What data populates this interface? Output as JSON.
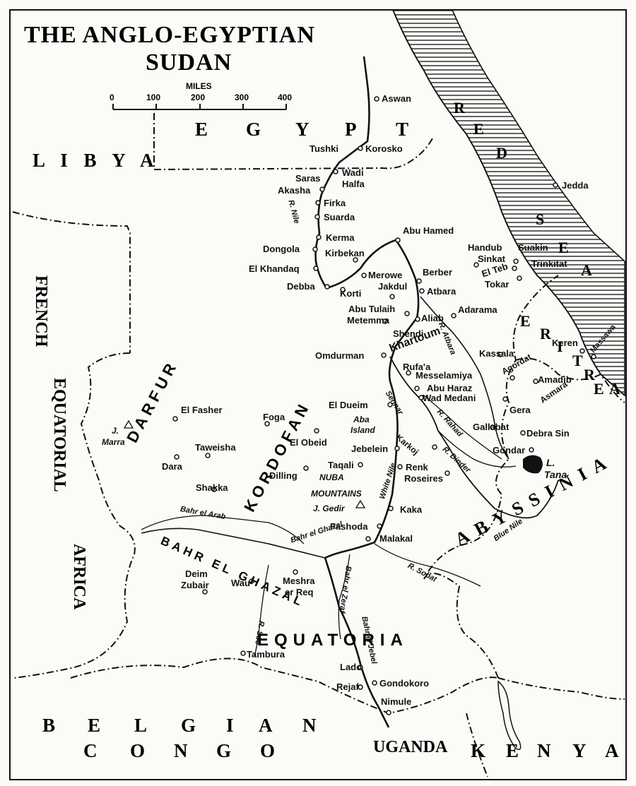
{
  "title": {
    "line1": "THE ANGLO-EGYPTIAN",
    "line2": "SUDAN"
  },
  "scale": {
    "unit": "MILES",
    "ticks": [
      "0",
      "100",
      "200",
      "300",
      "400"
    ]
  },
  "countries": {
    "egypt": [
      "E",
      "G",
      "Y",
      "P",
      "T"
    ],
    "libya": "L I B Y A",
    "french_equatorial": "FRENCH",
    "french_equatorial_2": "EQUATORIAL",
    "africa": "AFRICA",
    "red_sea": [
      "R",
      "E",
      "D",
      "S",
      "E",
      "A"
    ],
    "eritrea": [
      "E",
      "R",
      "I",
      "T",
      "R",
      "E",
      "A"
    ],
    "abyssinia": "ABYSSINIA",
    "belgian": [
      "B",
      "E",
      "L",
      "G",
      "I",
      "A",
      "N"
    ],
    "congo": [
      "C",
      "O",
      "N",
      "G",
      "O"
    ],
    "uganda": "UGANDA",
    "kenya": [
      "K",
      "E",
      "N",
      "Y",
      "A"
    ]
  },
  "regions": {
    "darfur": "DARFUR",
    "kordofan": "KORDOFAN",
    "bahr_el_ghazal": "BAHR EL GHAZAL",
    "equatoria": "EQUATORIA",
    "nuba": "NUBA",
    "mountains": "MOUNTAINS"
  },
  "towns": {
    "aswan": "Aswan",
    "tushki": "Tushki",
    "korosko": "Korosko",
    "saras": "Saras",
    "wadi": "Wadi",
    "halfa": "Halfa",
    "akasha": "Akasha",
    "firka": "Firka",
    "suarda": "Suarda",
    "kerma": "Kerma",
    "dongola": "Dongola",
    "kirbekan": "Kirbekan",
    "el_khandaq": "El Khandaq",
    "merowe": "Merowe",
    "debba": "Debba",
    "korti": "Korti",
    "jakdul": "Jakdul",
    "abu_hamed": "Abu Hamed",
    "berber": "Berber",
    "atbara": "Atbara",
    "abu_tulaih": "Abu Tulaih",
    "metemma": "Metemma",
    "aliab": "Aliab",
    "shendi": "Shendi",
    "adarama": "Adarama",
    "handub": "Handub",
    "suakin": "Suakin",
    "sinkat": "Sinkat",
    "trinkitat": "Trinkitat",
    "el_teb": "El Teb",
    "tokar": "Tokar",
    "jedda": "Jedda",
    "khartoum": "Khartoum",
    "omdurman": "Omdurman",
    "rufaa": "Rufa'a",
    "messelamiya": "Messelamiya",
    "abu_haraz": "Abu Haraz",
    "wad_medani": "Wad Medani",
    "kassala": "Kassala",
    "keren": "Keren",
    "massawa": "Massawa",
    "agordat": "Agordat",
    "amadib": "Amadib",
    "asmara": "Asmara",
    "gera": "Gera",
    "gallabat": "Gallabat",
    "debra_sin": "Debra Sin",
    "gondar": "Gondar",
    "el_dueim": "El Dueim",
    "aba": "Aba",
    "island": "Island",
    "jebelein": "Jebelein",
    "karkoj": "Karkoj",
    "renk": "Renk",
    "roseires": "Roseires",
    "el_fasher": "El Fasher",
    "foga": "Foga",
    "el_obeid": "El Obeid",
    "j_marra_1": "J.",
    "j_marra_2": "Marra",
    "taweisha": "Taweisha",
    "dara": "Dara",
    "dilling": "Dilling",
    "taqali": "Taqali",
    "shakka": "Shakka",
    "j_gedir": "J. Gedir",
    "kaka": "Kaka",
    "fashoda": "Fashoda",
    "malakal": "Malakal",
    "deim": "Deim",
    "zubair": "Zubair",
    "wau": "Wau",
    "meshra": "Meshra",
    "er_req": "er Req",
    "tambura": "Tambura",
    "lado": "Lado",
    "rejaf": "Rejaf",
    "gondokoro": "Gondokoro",
    "nimule": "Nimule"
  },
  "rivers": {
    "nile": "R. Nile",
    "atbara": "R. Atbara",
    "rahad": "R. Rahad",
    "dinder": "R. Dinder",
    "sennar": "Sennar",
    "white_nile": "White Nile",
    "blue_nile": "Blue Nile",
    "bahr_el_arab": "Bahr el Arab",
    "bahr_el_ghazal": "Bahr el Ghazal",
    "sobat": "R. Sobat",
    "bahr_el_zeraf": "Bahr el Zeraf",
    "bahr_el_jebel": "Bahr el Jebel",
    "sue": "R. Sue",
    "l_tana_1": "L.",
    "l_tana_2": "Tana"
  },
  "colors": {
    "ink": "#111111",
    "paper": "#fbfbf8"
  }
}
